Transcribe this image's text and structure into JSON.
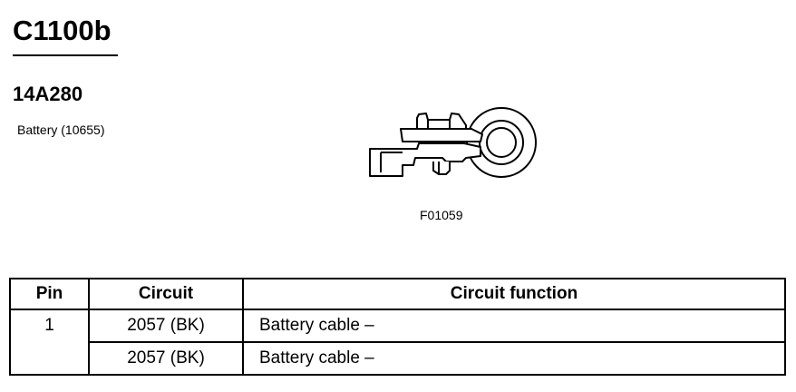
{
  "header": {
    "connector_id": "C1100b",
    "part_number": "14A280",
    "part_description": "Battery (10655)"
  },
  "figure": {
    "code": "F01059",
    "icon": "battery-terminal-connector-icon"
  },
  "pin_table": {
    "columns": [
      "Pin",
      "Circuit",
      "Circuit function"
    ],
    "rows": [
      {
        "pin": "1",
        "circuit": "2057 (BK)",
        "function": "Battery cable –"
      },
      {
        "pin": "",
        "circuit": "2057 (BK)",
        "function": "Battery cable –"
      }
    ]
  }
}
